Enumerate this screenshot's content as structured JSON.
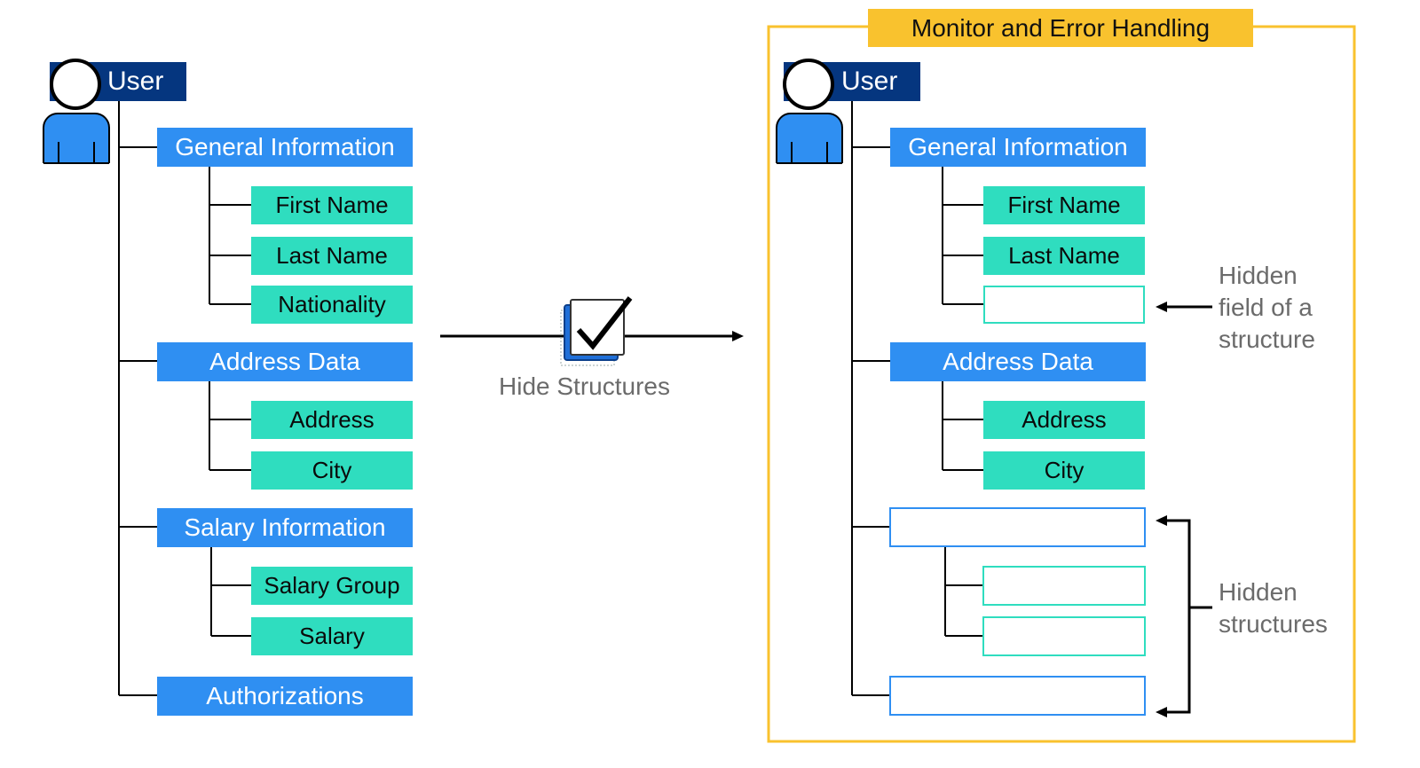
{
  "left_tree": {
    "user_label": "User",
    "structures": [
      {
        "label": "General Information",
        "fields": [
          "First Name",
          "Last Name",
          "Nationality"
        ]
      },
      {
        "label": "Address Data",
        "fields": [
          "Address",
          "City"
        ]
      },
      {
        "label": "Salary Information",
        "fields": [
          "Salary Group",
          "Salary"
        ]
      },
      {
        "label": "Authorizations",
        "fields": []
      }
    ]
  },
  "transition": {
    "caption": "Hide Structures",
    "icon": "checkbox-checked-icon"
  },
  "right_panel": {
    "title": "Monitor and Error Handling",
    "user_label": "User",
    "structures": [
      {
        "label": "General Information",
        "fields": [
          "First Name",
          "Last Name",
          ""
        ]
      },
      {
        "label": "Address Data",
        "fields": [
          "Address",
          "City"
        ]
      },
      {
        "label": "",
        "fields": [
          "",
          ""
        ]
      },
      {
        "label": "",
        "fields": []
      }
    ],
    "note_hidden_field": [
      "Hidden",
      "field of a",
      "structure"
    ],
    "note_hidden_structures": [
      "Hidden",
      "structures"
    ]
  },
  "colors": {
    "user_label": "#05367f",
    "structure": "#2f8ff2",
    "field": "#2fddbf",
    "title": "#f9c22e",
    "panel_border": "#f9c22e",
    "annotation_text": "#6b6b6b"
  }
}
